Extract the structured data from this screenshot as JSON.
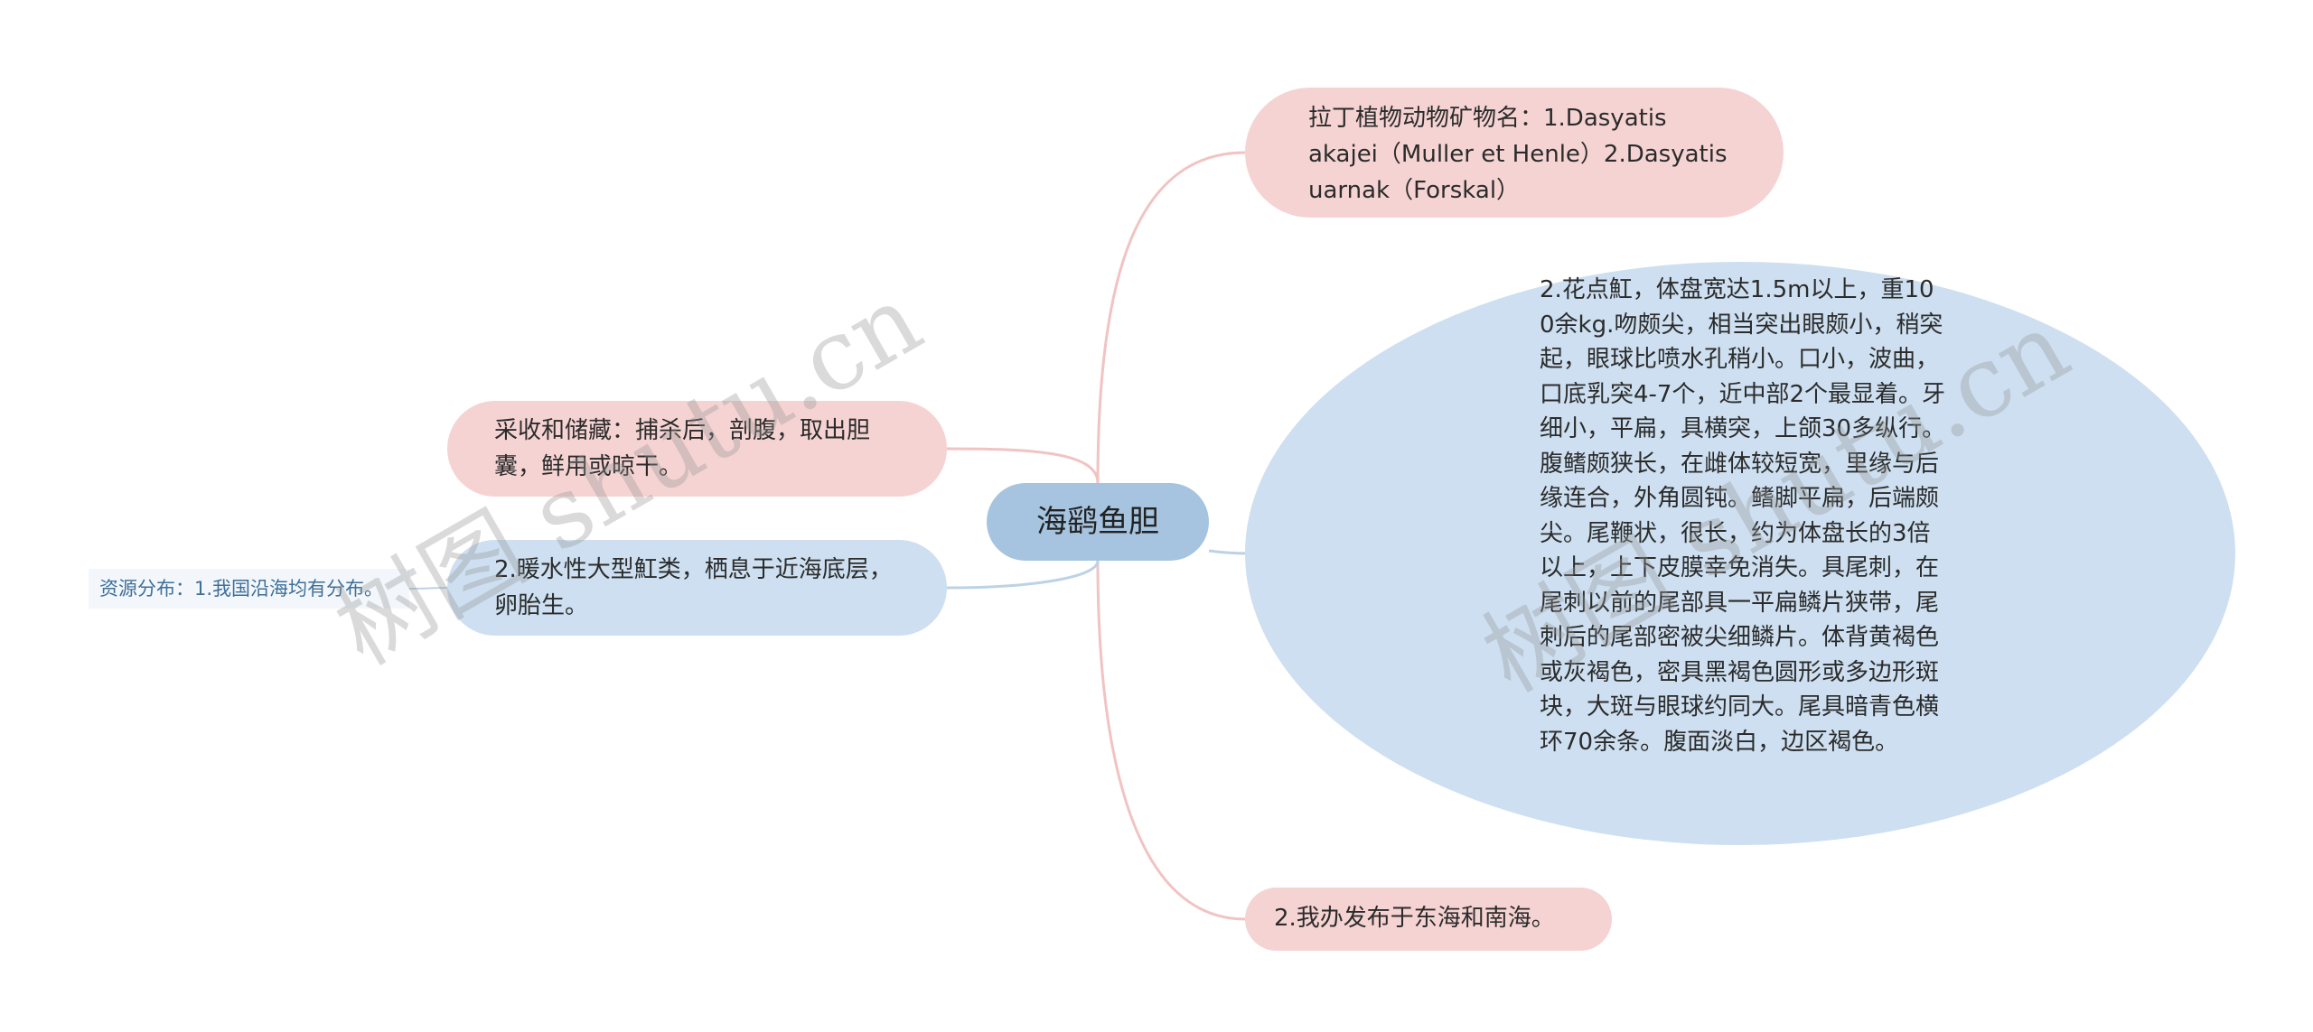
{
  "root": {
    "label": "海鹞鱼胆"
  },
  "right": {
    "latin_name": "拉丁植物动物矿物名：1.Dasyatis akajei（Muller et Henle）2.Dasyatis uarnak（Forskal）",
    "description": "2.花点魟，体盘宽达1.5m以上，重100余kg.吻颇尖，相当突出眼颇小，稍突起，眼球比喷水孔稍小。口小，波曲，口底乳突4-7个，近中部2个最显着。牙细小，平扁，具横突，上颌30多纵行。腹鳍颇狭长，在雌体较短宽，里缘与后缘连合，外角圆钝。鳍脚平扁，后端颇尖。尾鞭状，很长，约为体盘长的3倍以上，上下皮膜幸免消失。具尾刺，在尾刺以前的尾部具一平扁鳞片狭带，尾刺后的尾部密被尖细鳞片。体背黄褐色或灰褐色，密具黑褐色圆形或多边形斑块，大斑与眼球约同大。尾具暗青色横环70余条。腹面淡白，边区褐色。",
    "distribution": "2.我办发布于东海和南海。"
  },
  "left": {
    "harvest": "采收和储藏：捕杀后，剖腹，取出胆囊，鲜用或晾干。",
    "habitat": "2.暖水性大型魟类，栖息于近海底层，卵胎生。",
    "resource": "资源分布：1.我国沿海均有分布。"
  },
  "watermark": "树图 shutu.cn",
  "colors": {
    "root_fill": "#a6c4df",
    "pink_fill": "#f6d3d3",
    "blue_fill": "#cddff0",
    "pink_line": "#f1c3c3",
    "blue_line": "#bcd2e6"
  }
}
